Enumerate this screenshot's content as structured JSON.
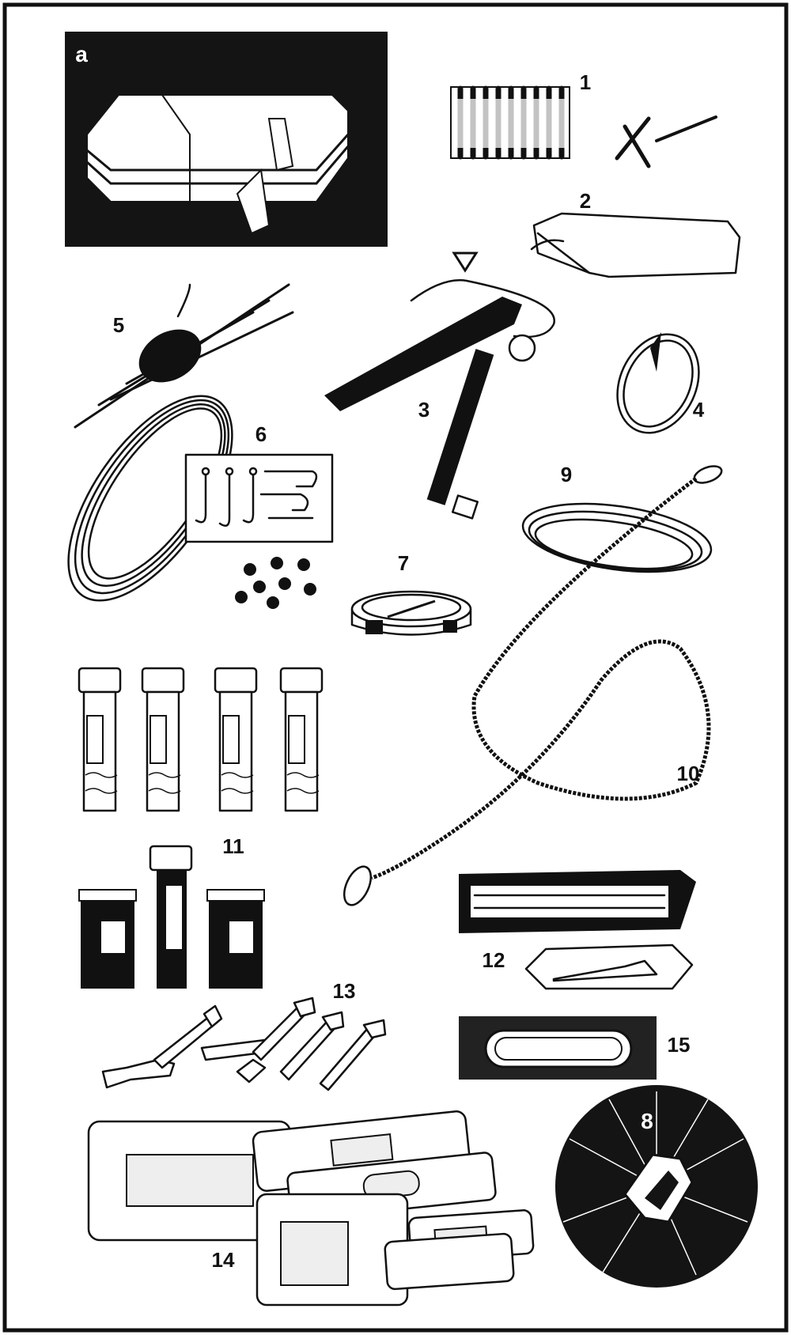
{
  "panel_label": "a",
  "item_labels": {
    "matches": "1",
    "candle": "2",
    "flint_saw": "3",
    "wire_snare": "4",
    "needles": "5",
    "fishing_kit": "6",
    "compass": "7",
    "torch": "8",
    "snare_wire": "9",
    "wire_saw": "10",
    "medicines": "11",
    "scalpel_blades": "12",
    "suture_strips": "13",
    "plasters": "14",
    "condom": "15"
  },
  "colors": {
    "ink": "#111111",
    "paper": "#ffffff",
    "dark_panel": "#141414"
  },
  "icons": {
    "pointer": "triangle-marker-icon"
  }
}
